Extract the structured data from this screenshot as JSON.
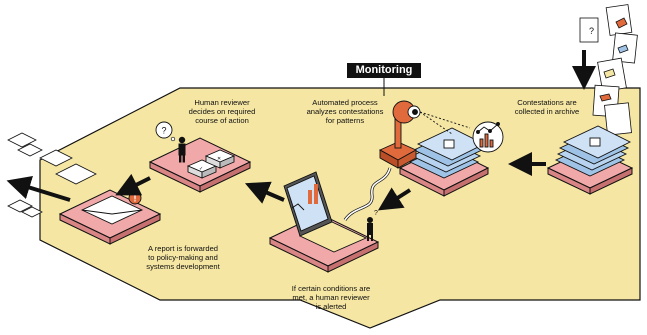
{
  "diagram": {
    "title": "Monitoring",
    "steps": {
      "collected": "Contestations are collected in archive",
      "analyzed": "Automated process analyzes contestations for patterns",
      "alerted": "If certain conditions are met, a human reviewer is alerted",
      "decides": "Human reviewer decides on required course of action",
      "forwarded": "A report is forwarded to policy-making and systems development"
    },
    "thought_mark": "?",
    "alert_mark": "!",
    "colors": {
      "zone_fill": "#f5e6a3",
      "platform_top": "#f0a8a8",
      "platform_side": "#d98585",
      "document_blue": "#9fc3e6",
      "robot_orange": "#e06a3c",
      "outline": "#111111"
    }
  }
}
